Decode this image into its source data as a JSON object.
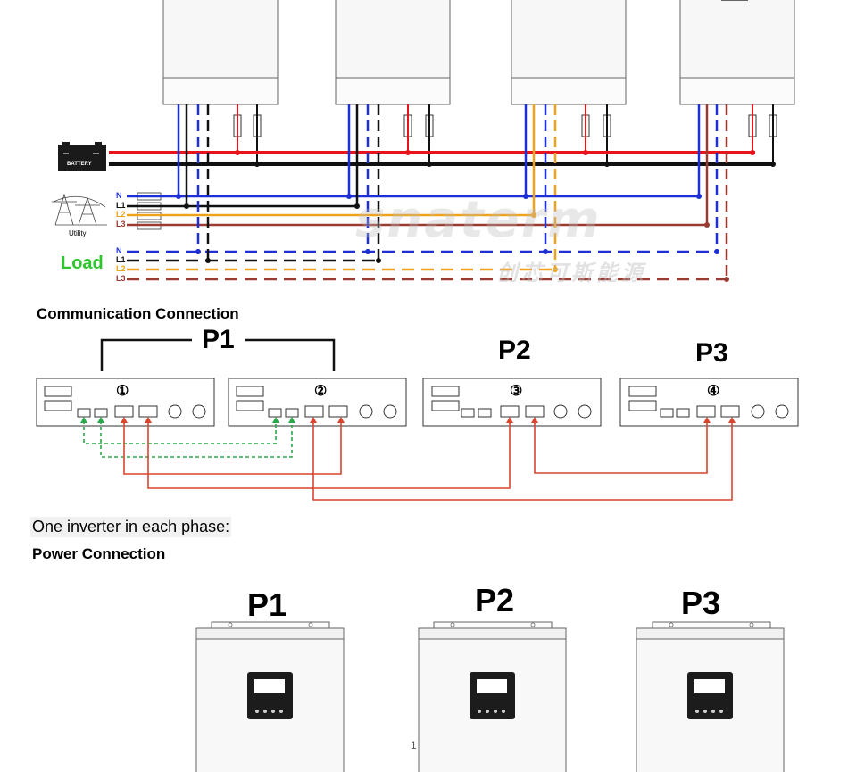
{
  "top_diagram": {
    "battery_label": "BATTERY",
    "utility_label": "Utility",
    "load_label": "Load",
    "utility_phases": [
      "N",
      "L1",
      "L2",
      "L3"
    ],
    "load_phases": [
      "N",
      "L1",
      "L2",
      "L3"
    ],
    "watermark_text": "snaterm",
    "watermark_cn": "创芯可斯能源"
  },
  "communication": {
    "title": "Communication Connection",
    "group_labels": [
      "P1",
      "P2",
      "P3"
    ],
    "unit_numbers": [
      "①",
      "②",
      "③",
      "④"
    ]
  },
  "phase_section": {
    "subtitle": "One inverter in each phase:",
    "title": "Power Connection",
    "phase_labels": [
      "P1",
      "P2",
      "P3"
    ],
    "page_number": "1"
  },
  "colors": {
    "battery_positive": "#e8141b",
    "battery_negative": "#111111",
    "neutral": "#1d2fd6",
    "l1": "#111111",
    "l2": "#f0a21a",
    "l3": "#9a3b32",
    "comm_red": "#d9452e",
    "comm_green": "#2aa84a",
    "load_text": "#2ec52e"
  }
}
